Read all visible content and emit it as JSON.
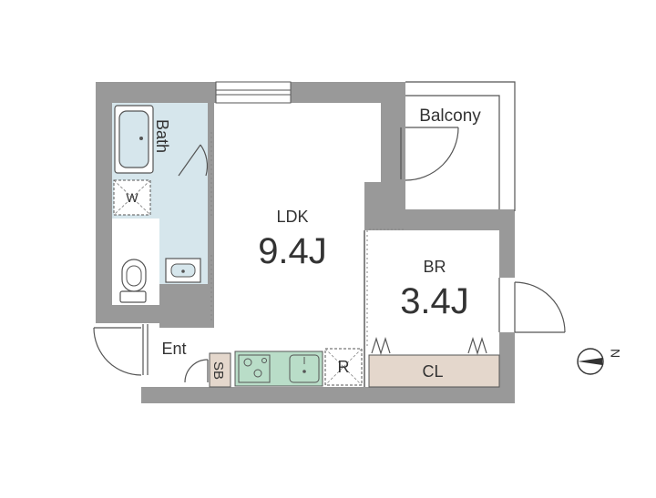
{
  "plan": {
    "rooms": {
      "ldk": {
        "name": "LDK",
        "size": "9.4J"
      },
      "br": {
        "name": "BR",
        "size": "3.4J"
      },
      "balcony": {
        "name": "Balcony"
      },
      "bath": {
        "name": "Bath"
      },
      "entrance": {
        "name": "Ent"
      }
    },
    "fixtures": {
      "washer": "W",
      "fridge": "R",
      "shoe_box": "SB",
      "closet": "CL"
    },
    "compass": {
      "label": "N"
    }
  },
  "colors": {
    "wall": "#999999",
    "wet_area": "#d6e6ec",
    "kitchen": "#b9ddc8",
    "closet": "#e4d7cc",
    "shoe_box": "#e4d7cc",
    "line": "#555555",
    "text": "#333333"
  }
}
